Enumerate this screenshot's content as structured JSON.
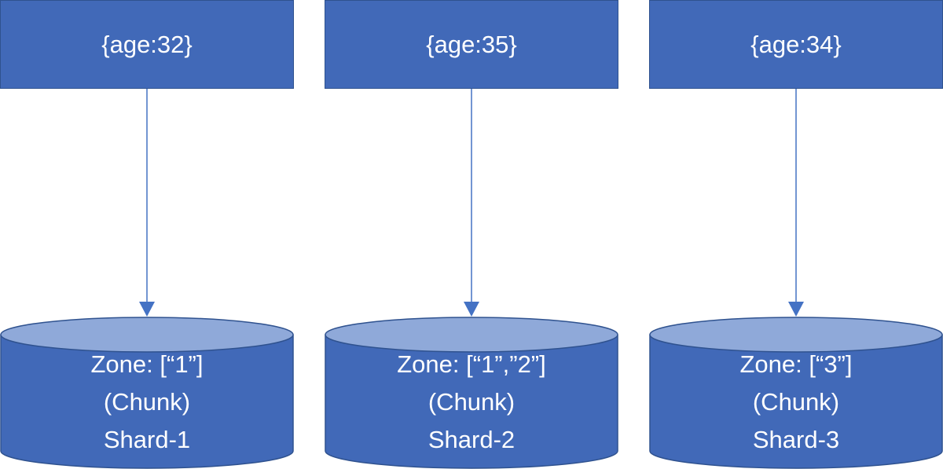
{
  "colors": {
    "box_fill": "#4169b8",
    "box_border": "#2f528f",
    "cylinder_top": "#8fa9d9",
    "connector": "#4472c4",
    "text": "#ffffff"
  },
  "documents": [
    {
      "label": "{age:32}"
    },
    {
      "label": "{age:35}"
    },
    {
      "label": "{age:34}"
    }
  ],
  "shards": [
    {
      "zone": "Zone: [“1”]",
      "chunk": "(Chunk)",
      "name": "Shard-1"
    },
    {
      "zone": "Zone: [“1”,”2”]",
      "chunk": "(Chunk)",
      "name": "Shard-2"
    },
    {
      "zone": "Zone: [“3”]",
      "chunk": "(Chunk)",
      "name": "Shard-3"
    }
  ]
}
